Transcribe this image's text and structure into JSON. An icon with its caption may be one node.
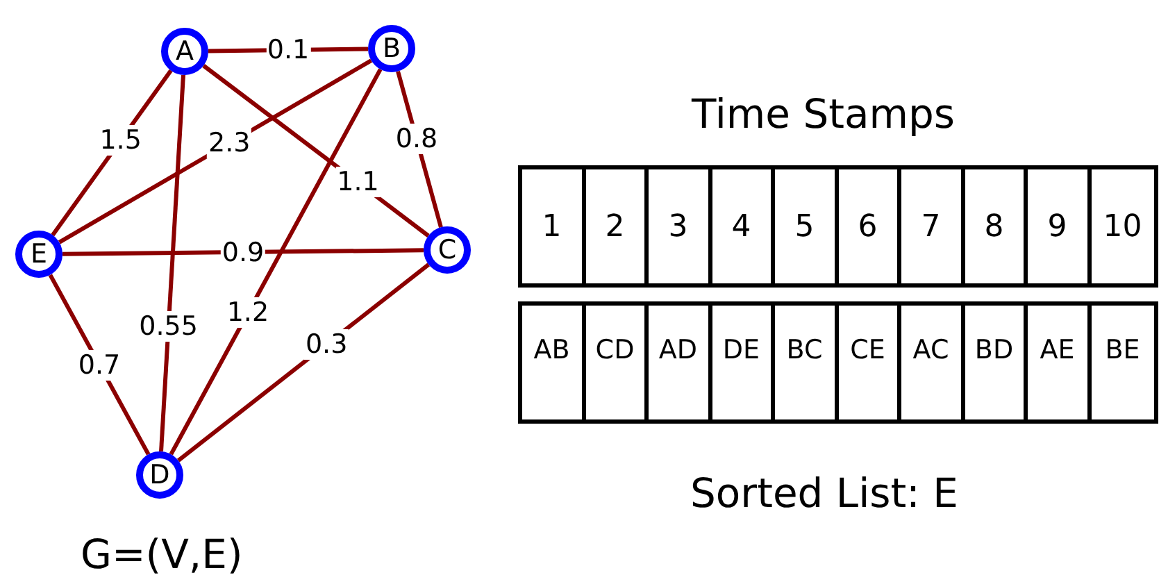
{
  "diagram": {
    "nodes": [
      {
        "text": [
          "A"
        ]
      },
      {
        "text": [
          "B"
        ]
      },
      {
        "text": [
          "C"
        ]
      },
      {
        "text": [
          "E"
        ]
      },
      {
        "text": [
          "D"
        ]
      }
    ],
    "edges": [
      {
        "from": 0,
        "to": 1,
        "arrow": "none",
        "label": "0.1"
      },
      {
        "from": 0,
        "to": 3,
        "arrow": "none",
        "label": "1.5"
      },
      {
        "from": 1,
        "to": 3,
        "arrow": "none",
        "label": "2.3"
      },
      {
        "from": 0,
        "to": 2,
        "arrow": "none",
        "label": "1.1"
      },
      {
        "from": 1,
        "to": 2,
        "arrow": "none",
        "label": "0.8"
      },
      {
        "from": 3,
        "to": 2,
        "arrow": "none",
        "label": "0.9"
      },
      {
        "from": 0,
        "to": 4,
        "arrow": "none",
        "label": "0.55"
      },
      {
        "from": 1,
        "to": 4,
        "arrow": "none",
        "label": "1.2"
      },
      {
        "from": 3,
        "to": 4,
        "arrow": "none",
        "label": "0.7"
      },
      {
        "from": 2,
        "to": 4,
        "arrow": "none",
        "label": "0.3"
      }
    ],
    "labels": [
      "Time Stamps",
      "1",
      "2",
      "3",
      "4",
      "5",
      "6",
      "7",
      "8",
      "9",
      "10",
      "AB",
      "CD",
      "AD",
      "DE",
      "BC",
      "CE",
      "AC",
      "BD",
      "AE",
      "BE",
      "Sorted List: E",
      "G=(V,E)"
    ]
  }
}
